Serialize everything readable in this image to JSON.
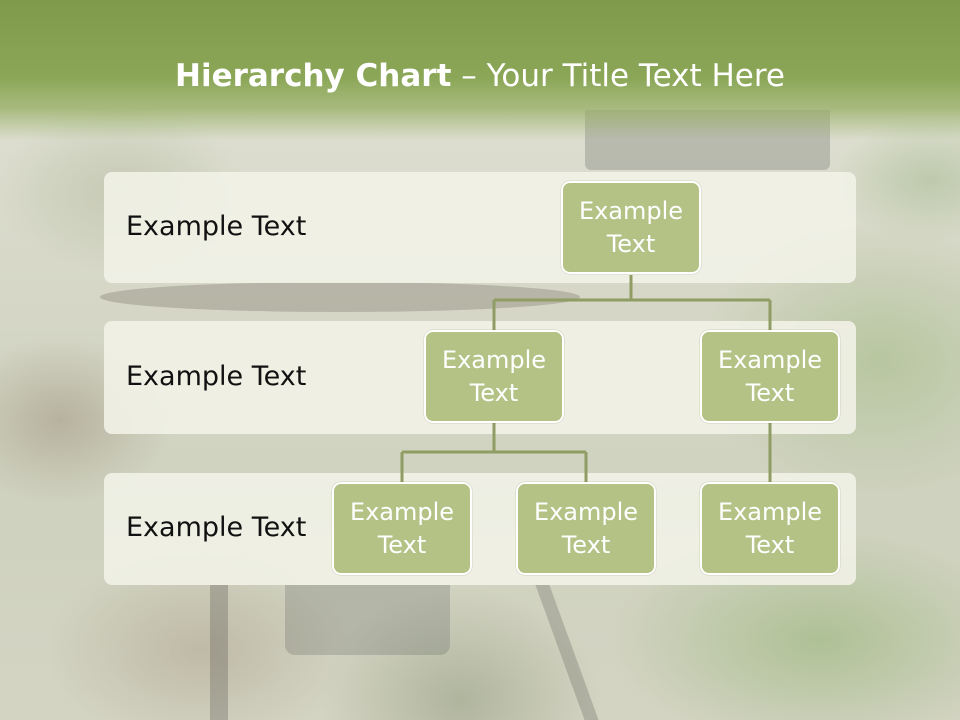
{
  "title": {
    "bold": "Hierarchy Chart",
    "rest": " – Your Title Text Here"
  },
  "rows": [
    {
      "label": "Example Text"
    },
    {
      "label": "Example Text"
    },
    {
      "label": "Example Text"
    }
  ],
  "nodes": {
    "root": "Example Text",
    "level2_left": "Example Text",
    "level2_right": "Example Text",
    "level3_a": "Example Text",
    "level3_b": "Example Text",
    "level3_c": "Example Text"
  },
  "colors": {
    "header": "#8aa656",
    "node_fill": "#b4c286",
    "node_border": "#ffffff",
    "connector": "#8f9c63"
  }
}
